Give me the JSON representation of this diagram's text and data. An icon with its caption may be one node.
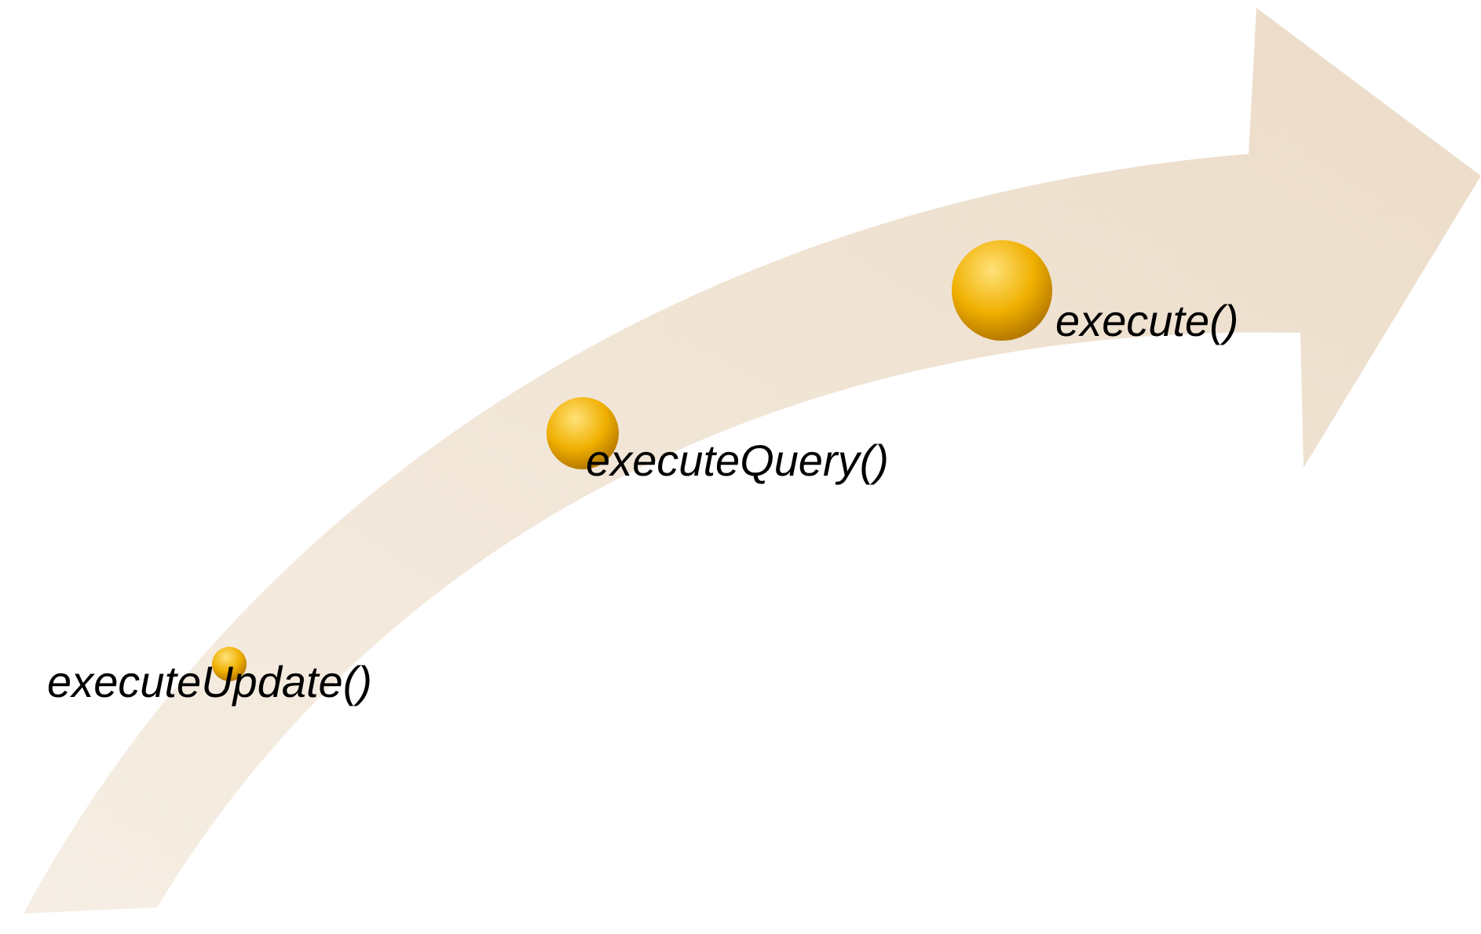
{
  "diagram": {
    "nodes": [
      {
        "text": [],
        "shape": "circle",
        "beside": [
          "executeUpdate()"
        ]
      },
      {
        "text": [],
        "shape": "circle",
        "beside": [
          "executeQuery()"
        ]
      },
      {
        "text": [],
        "shape": "circle",
        "beside": [
          "execute()"
        ]
      }
    ]
  }
}
